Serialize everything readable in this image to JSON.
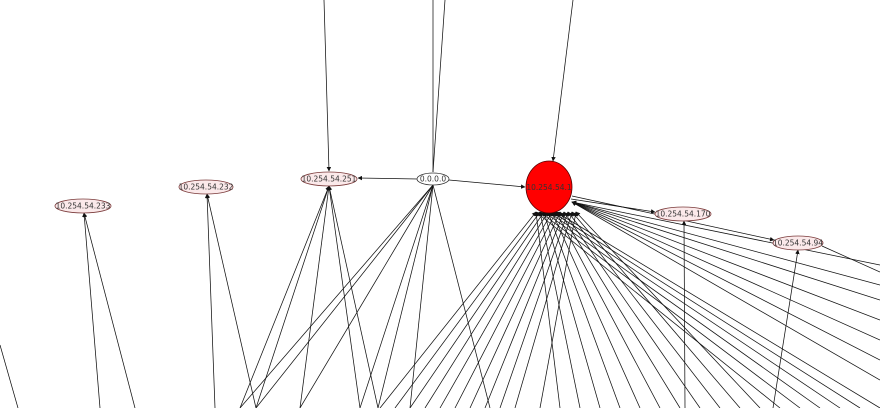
{
  "graph": {
    "colors": {
      "edge": "#111111",
      "node_fill": "#fbe9ea",
      "node_stroke": "#7a3a3a",
      "hub_fill": "#ff0000",
      "hub_stroke": "#550000",
      "plain_fill": "#ffffff"
    },
    "nodes": [
      {
        "id": "hub",
        "label": "10.254.54.1",
        "kind": "hub"
      },
      {
        "id": "n251",
        "label": "10.254.54.251",
        "kind": "host"
      },
      {
        "id": "n232",
        "label": "10.254.54.232",
        "kind": "host"
      },
      {
        "id": "n233",
        "label": "10.254.54.233",
        "kind": "host"
      },
      {
        "id": "n170",
        "label": "10.254.54.170",
        "kind": "host"
      },
      {
        "id": "n94",
        "label": "10.254.54.94",
        "kind": "host"
      },
      {
        "id": "zero",
        "label": "0.0.0.0",
        "kind": "plain"
      }
    ]
  }
}
